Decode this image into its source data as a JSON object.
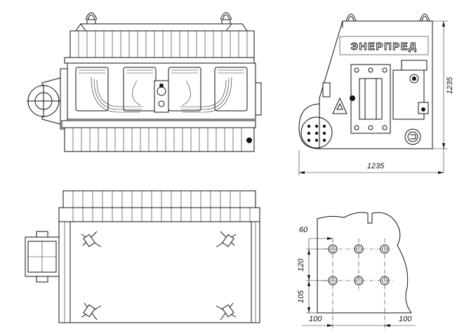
{
  "brand": {
    "name": "ЭНЕРПРЕД"
  },
  "dimensions": {
    "side_height": "1235",
    "side_width": "1235",
    "pattern_offset": "60",
    "pattern_vertical": "120",
    "pattern_bottom": "105",
    "pattern_left": "100",
    "pattern_right": "100"
  },
  "colors": {
    "line": "#111111",
    "background": "#ffffff"
  },
  "icons": {
    "warning": "warning-triangle-icon",
    "lifting": "lifting-eye-icon"
  }
}
